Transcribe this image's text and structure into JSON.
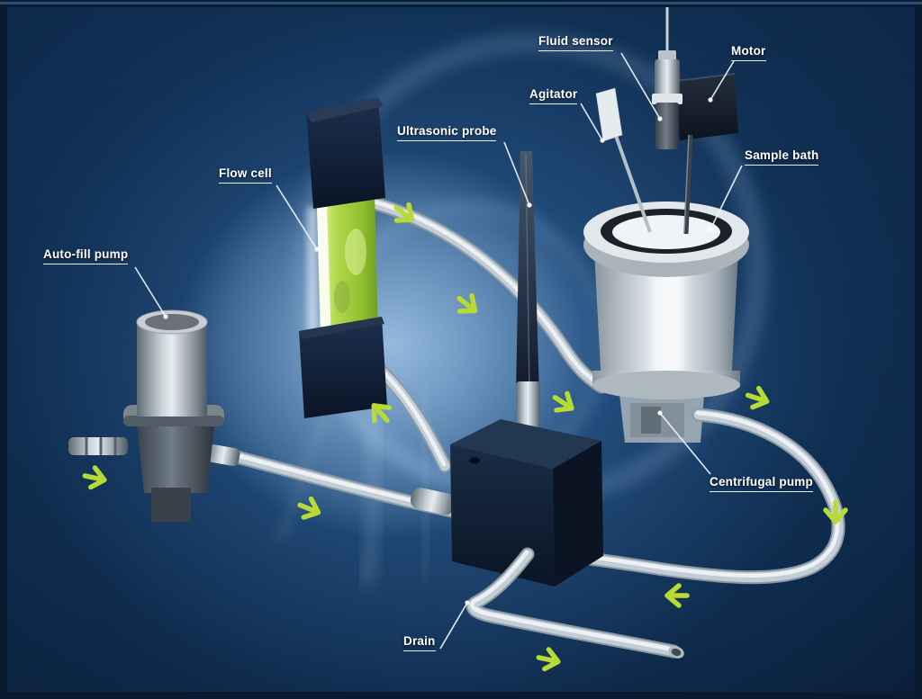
{
  "diagram": {
    "type": "labeled-equipment-illustration",
    "subject": "closed-loop fluid sampling system",
    "labels": [
      {
        "id": "fluid-sensor",
        "text": "Fluid sensor"
      },
      {
        "id": "motor",
        "text": "Motor"
      },
      {
        "id": "agitator",
        "text": "Agitator"
      },
      {
        "id": "sample-bath",
        "text": "Sample bath"
      },
      {
        "id": "ultrasonic-probe",
        "text": "Ultrasonic probe"
      },
      {
        "id": "flow-cell",
        "text": "Flow cell"
      },
      {
        "id": "auto-fill-pump",
        "text": "Auto-fill pump"
      },
      {
        "id": "centrifugal-pump",
        "text": "Centrifugal pump"
      },
      {
        "id": "drain",
        "text": "Drain"
      }
    ],
    "flow_arrows": {
      "icon": "flow-direction-arrow-icon",
      "count": 10,
      "color": "#b8da36",
      "meaning": "direction of fluid flow"
    },
    "colors": {
      "frame": "#0a1a30",
      "background_outer": "#0a1f3a",
      "background_glow": "#a8cbec",
      "tube": "#c2cdd5",
      "flow_cell_green": "#8fbe2e",
      "label_text": "#ffffff"
    }
  }
}
